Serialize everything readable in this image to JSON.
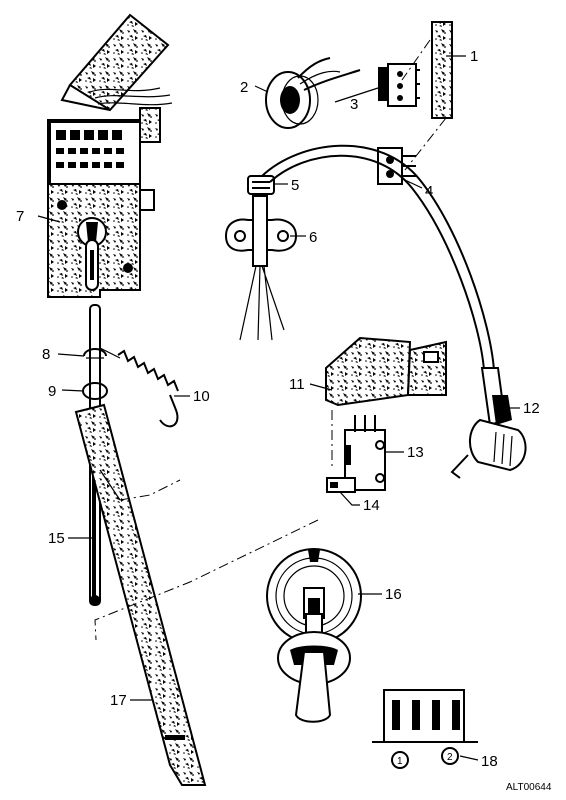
{
  "figure": {
    "reference_code": "ALT00644"
  },
  "callouts": [
    {
      "id": "1",
      "text": "1"
    },
    {
      "id": "2",
      "text": "2"
    },
    {
      "id": "3",
      "text": "3"
    },
    {
      "id": "4",
      "text": "4"
    },
    {
      "id": "5",
      "text": "5"
    },
    {
      "id": "6",
      "text": "6"
    },
    {
      "id": "7",
      "text": "7"
    },
    {
      "id": "8",
      "text": "8"
    },
    {
      "id": "9",
      "text": "9"
    },
    {
      "id": "10",
      "text": "10"
    },
    {
      "id": "11",
      "text": "11"
    },
    {
      "id": "12",
      "text": "12"
    },
    {
      "id": "13",
      "text": "13"
    },
    {
      "id": "14",
      "text": "14"
    },
    {
      "id": "15",
      "text": "15"
    },
    {
      "id": "16",
      "text": "16"
    },
    {
      "id": "17",
      "text": "17"
    },
    {
      "id": "18",
      "text": "18"
    }
  ],
  "terminal_markers": [
    {
      "id": "t1",
      "text": "1"
    },
    {
      "id": "t2",
      "text": "2"
    }
  ]
}
